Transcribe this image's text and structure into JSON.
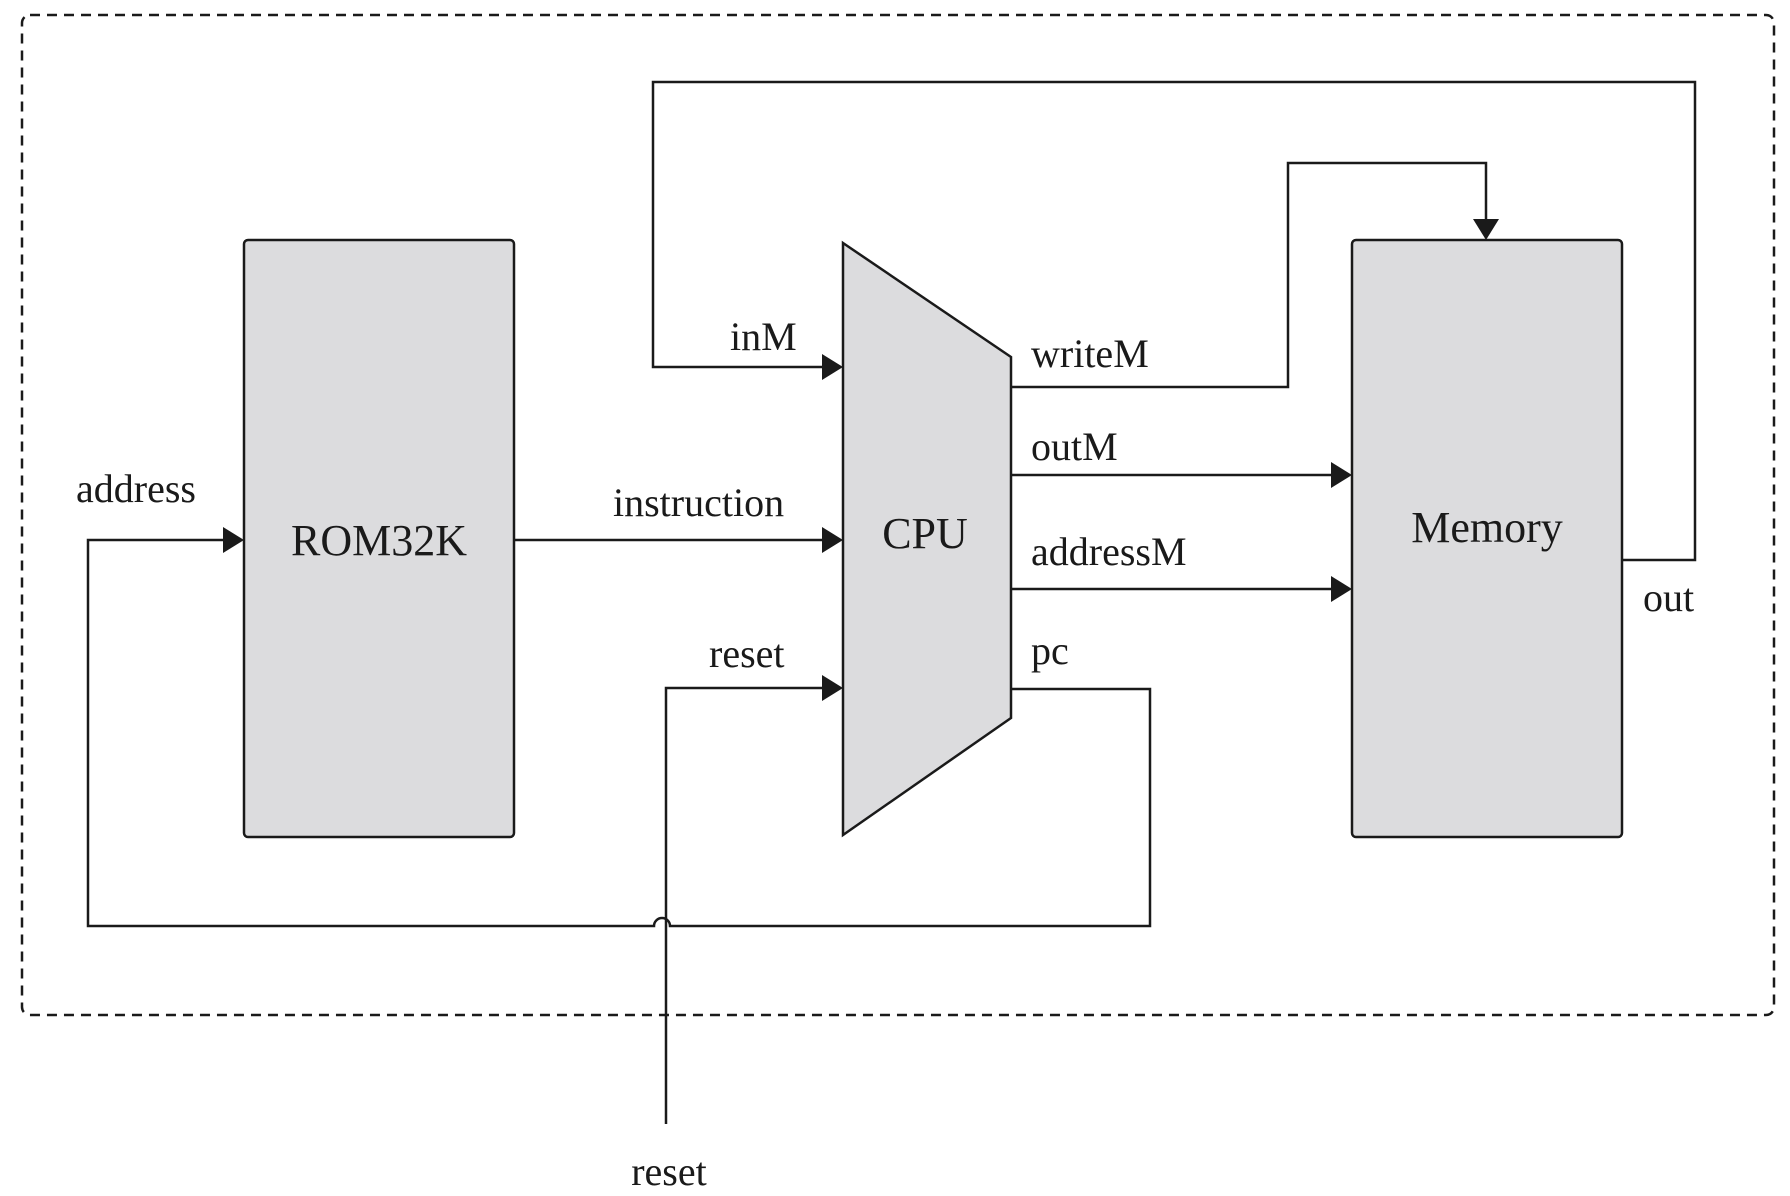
{
  "blocks": {
    "rom": "ROM32K",
    "cpu": "CPU",
    "memory": "Memory"
  },
  "pins": {
    "address": "address",
    "instruction": "instruction",
    "inM": "inM",
    "reset_in": "reset",
    "writeM": "writeM",
    "outM": "outM",
    "addressM": "addressM",
    "pc": "pc",
    "out": "out",
    "reset_ext": "reset"
  }
}
